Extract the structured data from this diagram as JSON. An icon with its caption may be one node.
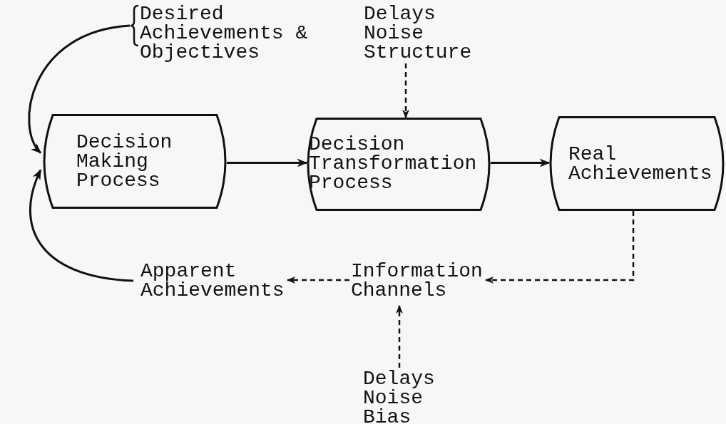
{
  "diagram": {
    "nodes": [
      {
        "text": [
          "Desired Achievements & Objectives"
        ]
      },
      {
        "text": [
          "Delays Noise Structure"
        ]
      },
      {
        "text": [
          "Decision Making Process"
        ]
      },
      {
        "text": [
          "Decision Transformation Process"
        ]
      },
      {
        "text": [
          "Real Achievements"
        ]
      },
      {
        "text": [
          "Apparent Achievements"
        ]
      },
      {
        "text": [
          "Information Channels"
        ]
      },
      {
        "text": [
          "Delays Noise Bias"
        ]
      }
    ],
    "edges": [
      {
        "from": 0,
        "to": 2,
        "arrow": "to"
      },
      {
        "from": 5,
        "to": 2,
        "arrow": "to"
      },
      {
        "from": 2,
        "to": 3,
        "arrow": "to"
      },
      {
        "from": 3,
        "to": 4,
        "arrow": "to"
      },
      {
        "from": 1,
        "to": 3,
        "arrow": "to",
        "style": "dashed"
      },
      {
        "from": 4,
        "to": 6,
        "arrow": "to",
        "style": "dashed"
      },
      {
        "from": 6,
        "to": 5,
        "arrow": "to",
        "style": "dashed"
      },
      {
        "from": 7,
        "to": 6,
        "arrow": "to",
        "style": "dashed"
      }
    ]
  }
}
